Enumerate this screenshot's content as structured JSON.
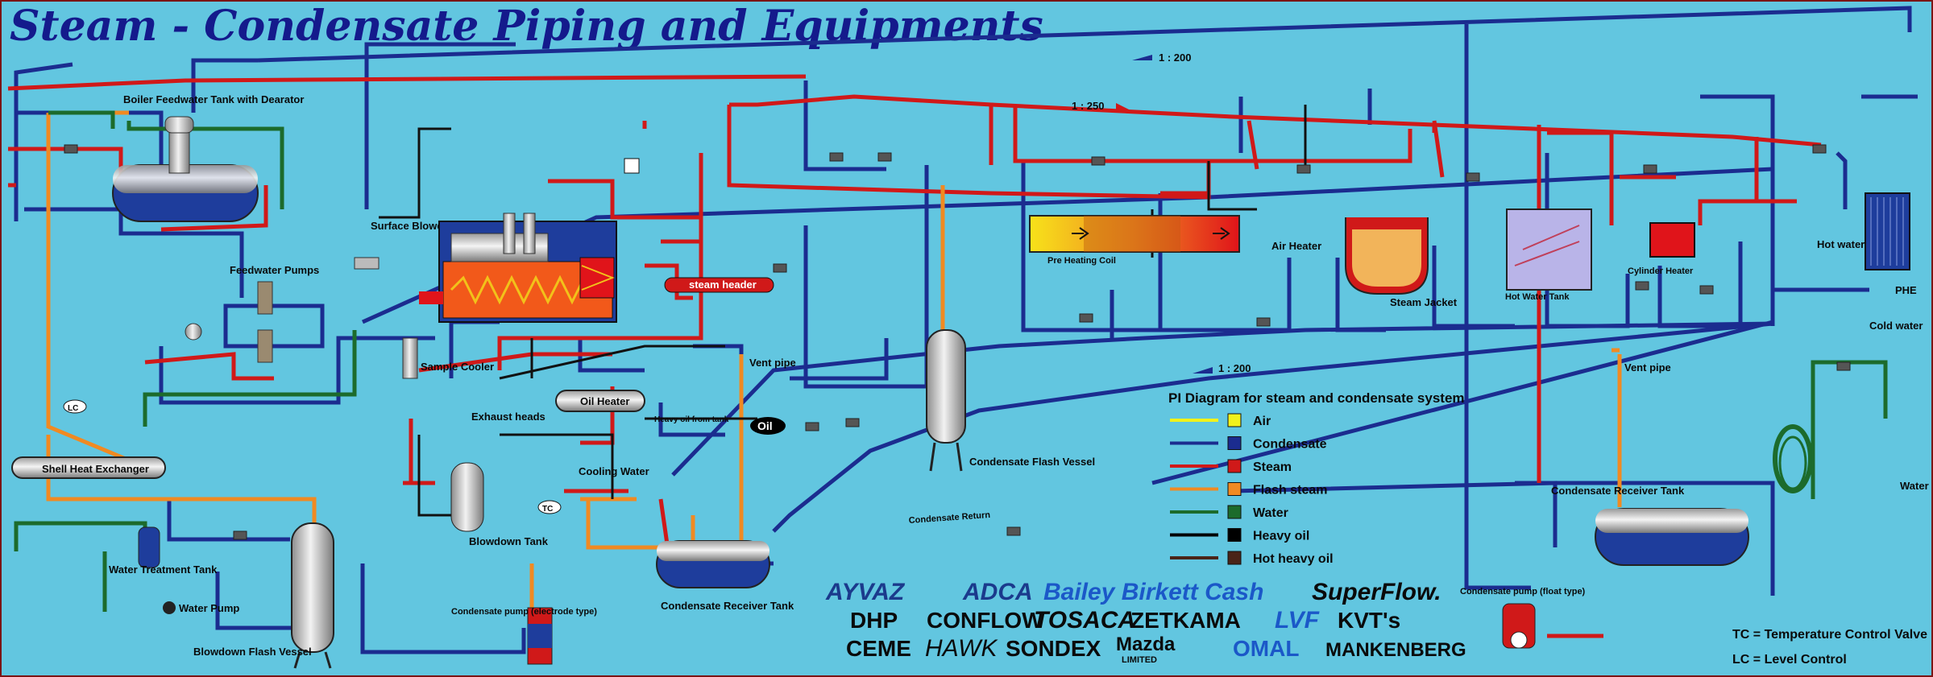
{
  "title": "Steam - Condensate Piping and Equipments",
  "slopes": {
    "top": "1 : 200",
    "mid": "1 : 250",
    "lower": "1 : 200"
  },
  "equipment": {
    "boiler_feedwater_tank": "Boiler Feedwater Tank with Dearator",
    "surface_blowdown": "Surface Blowdown",
    "feedwater_pumps": "Feedwater Pumps",
    "steam_header": "steam header",
    "sample_cooler": "Sample Cooler",
    "exhaust_heads": "Exhaust heads",
    "oil_heater": "Oil Heater",
    "heavy_oil_from_tank": "Heavy oil from tank",
    "oil": "Oil",
    "cooling_water": "Cooling Water",
    "tc": "TC",
    "lc": "LC",
    "blowdown_tank": "Blowdown Tank",
    "shell_heat_exchanger": "Shell Heat Exchanger",
    "water_treatment_tank": "Water Treatment Tank",
    "water_pump": "Water Pump",
    "blowdown_flash_vessel": "Blowdown Flash Vessel",
    "condensate_pump_electrode": "Condensate pump (electrode type)",
    "condensate_receiver_tank_1": "Condensate Receiver Tank",
    "vent_pipe_1": "Vent pipe",
    "condensate_flash_vessel": "Condensate Flash Vessel",
    "condensate_return": "Condensate Return",
    "pre_heating_coil": "Pre Heating Coil",
    "air_heater": "Air Heater",
    "steam_jacket": "Steam Jacket",
    "hot_water_tank": "Hot Water Tank",
    "cylinder_heater": "Cylinder Heater",
    "hot_water": "Hot water",
    "phe": "PHE",
    "cold_water": "Cold water",
    "vent_pipe_2": "Vent pipe",
    "condensate_receiver_tank_2": "Condensate Receiver Tank",
    "condensate_pump_float": "Condensate pump (float type)",
    "water": "Water"
  },
  "legend": {
    "title": "PI Diagram for steam and condensate system",
    "items": [
      {
        "label": "Air",
        "color": "#f2f21a"
      },
      {
        "label": "Condensate",
        "color": "#1b2c8f"
      },
      {
        "label": "Steam",
        "color": "#d01919"
      },
      {
        "label": "Flash steam",
        "color": "#f08a22"
      },
      {
        "label": "Water",
        "color": "#1c6b2c"
      },
      {
        "label": "Heavy oil",
        "color": "#000000"
      },
      {
        "label": "Hot heavy oil",
        "color": "#4a2418"
      }
    ]
  },
  "brands": {
    "row1": [
      "AYVAZ",
      "ADCA",
      "Bailey Birkett Cash",
      "SuperFlow."
    ],
    "row2": [
      "DHP",
      "CONFLOW",
      "TOSACA",
      "ZETKAMA",
      "LVF",
      "KVT's"
    ],
    "row3": [
      "CEME",
      "HAWK",
      "SONDEX",
      "Mazda",
      "LIMITED",
      "OMAL",
      "MANKENBERG"
    ]
  },
  "notes": {
    "tc": "TC = Temperature Control Valve",
    "lc": "LC = Level Control"
  }
}
